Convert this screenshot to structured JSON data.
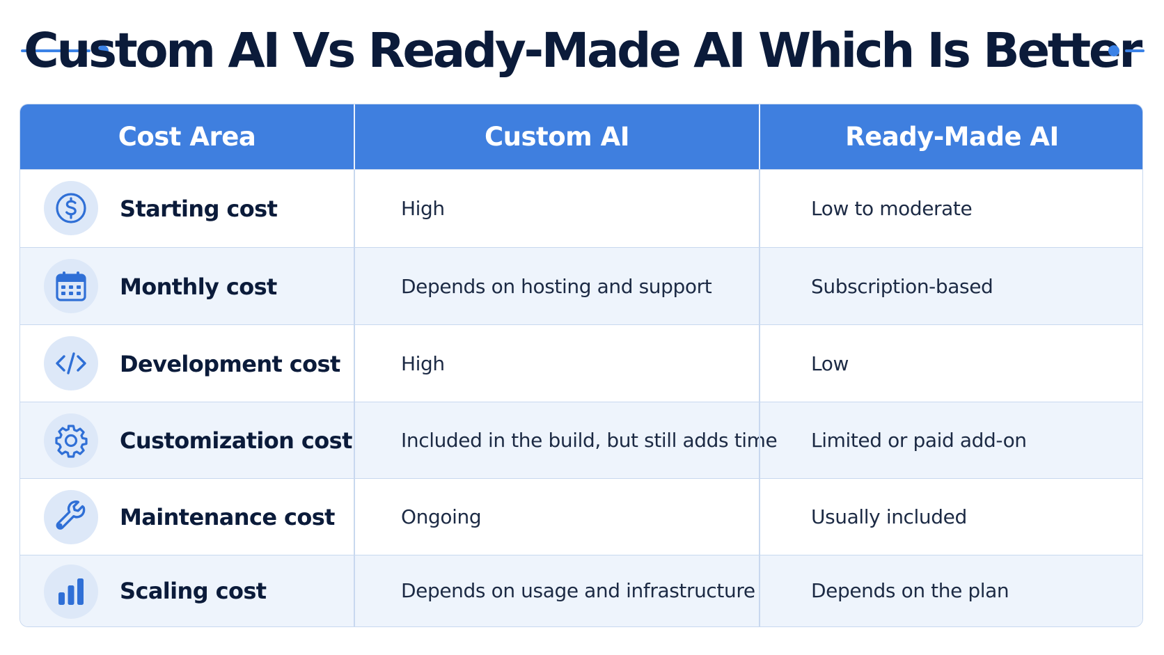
{
  "title": "Custom AI Vs Ready-Made AI Which Is Better",
  "colors": {
    "accent": "#3f7fdf",
    "title": "#0b1b3a",
    "row_alt": "#eef4fc",
    "icon_bg": "#dde8f8"
  },
  "table": {
    "headers": [
      "Cost Area",
      "Custom AI",
      "Ready-Made AI"
    ],
    "rows": [
      {
        "icon": "dollar-circle-icon",
        "area": "Starting cost",
        "custom": "High",
        "ready": "Low to moderate"
      },
      {
        "icon": "calendar-icon",
        "area": "Monthly cost",
        "custom": "Depends on hosting and support",
        "ready": "Subscription-based"
      },
      {
        "icon": "code-icon",
        "area": "Development cost",
        "custom": "High",
        "ready": "Low"
      },
      {
        "icon": "gear-icon",
        "area": "Customization cost",
        "custom": "Included in the build, but still adds time",
        "ready": "Limited or paid add-on"
      },
      {
        "icon": "wrench-icon",
        "area": "Maintenance cost",
        "custom": "Ongoing",
        "ready": "Usually included"
      },
      {
        "icon": "bar-chart-icon",
        "area": "Scaling cost",
        "custom": "Depends on usage and infrastructure",
        "ready": "Depends on the plan"
      }
    ]
  }
}
